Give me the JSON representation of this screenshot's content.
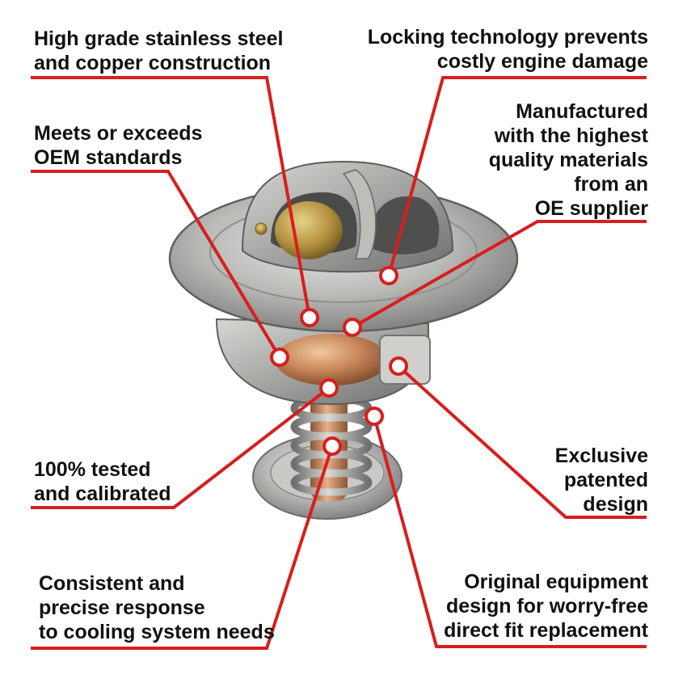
{
  "colors": {
    "callout_red": "#d81e1e",
    "text": "#111111",
    "background": "#ffffff"
  },
  "product_image": {
    "subject": "thermostat",
    "icon": "thermostat-illustration"
  },
  "callouts": {
    "stainless": {
      "lines": [
        "High grade stainless steel",
        "and copper construction"
      ]
    },
    "oem": {
      "lines": [
        "Meets or exceeds",
        "OEM standards"
      ]
    },
    "tested": {
      "lines": [
        "100% tested",
        "and calibrated"
      ]
    },
    "consistent": {
      "lines": [
        "Consistent and",
        "precise response",
        "to cooling system needs"
      ]
    },
    "locking": {
      "lines": [
        "Locking technology prevents",
        "costly engine damage"
      ]
    },
    "manufactured": {
      "lines": [
        "Manufactured",
        "with the highest",
        "quality materials",
        "from an",
        "OE supplier"
      ]
    },
    "exclusive": {
      "lines": [
        "Exclusive",
        "patented",
        "design"
      ]
    },
    "original": {
      "lines": [
        "Original equipment",
        "design for worry-free",
        "direct fit replacement"
      ]
    }
  }
}
